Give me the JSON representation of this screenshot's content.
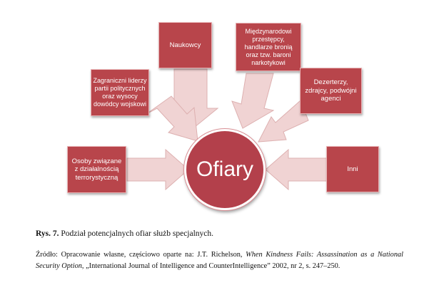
{
  "diagram": {
    "center": "Ofiary",
    "nodes": {
      "naukowcy": "Naukowcy",
      "przestepcy": "Międzynarodowi przestępcy, handlarze bronią oraz tzw. baroni narkotykowi",
      "liderzy": "Zagraniczni liderzy partii politycznych oraz wysocy dowódcy wojskowi",
      "dezerterzy": "Dezerterzy, zdrajcy, podwójni agenci",
      "terroryzm": "Osoby związane z działalnością terrorystyczną",
      "inni": "Inni"
    },
    "colors": {
      "box_fill": "#b8454b",
      "arrow_fill": "#f0d3d3",
      "arrow_stroke": "#ddb0b0"
    }
  },
  "caption": {
    "label": "Rys. 7.",
    "text": " Podział potencjalnych ofiar służb specjalnych."
  },
  "source": {
    "prefix": "Źródło: Opracowanie własne, częściowo oparte na: J.T. Richelson, ",
    "title": "When Kindness Fails: Assassination as a National Security Option",
    "suffix": ", „International Journal of Intelligence and CounterIntelligence” 2002, nr 2, s. 247–250."
  }
}
